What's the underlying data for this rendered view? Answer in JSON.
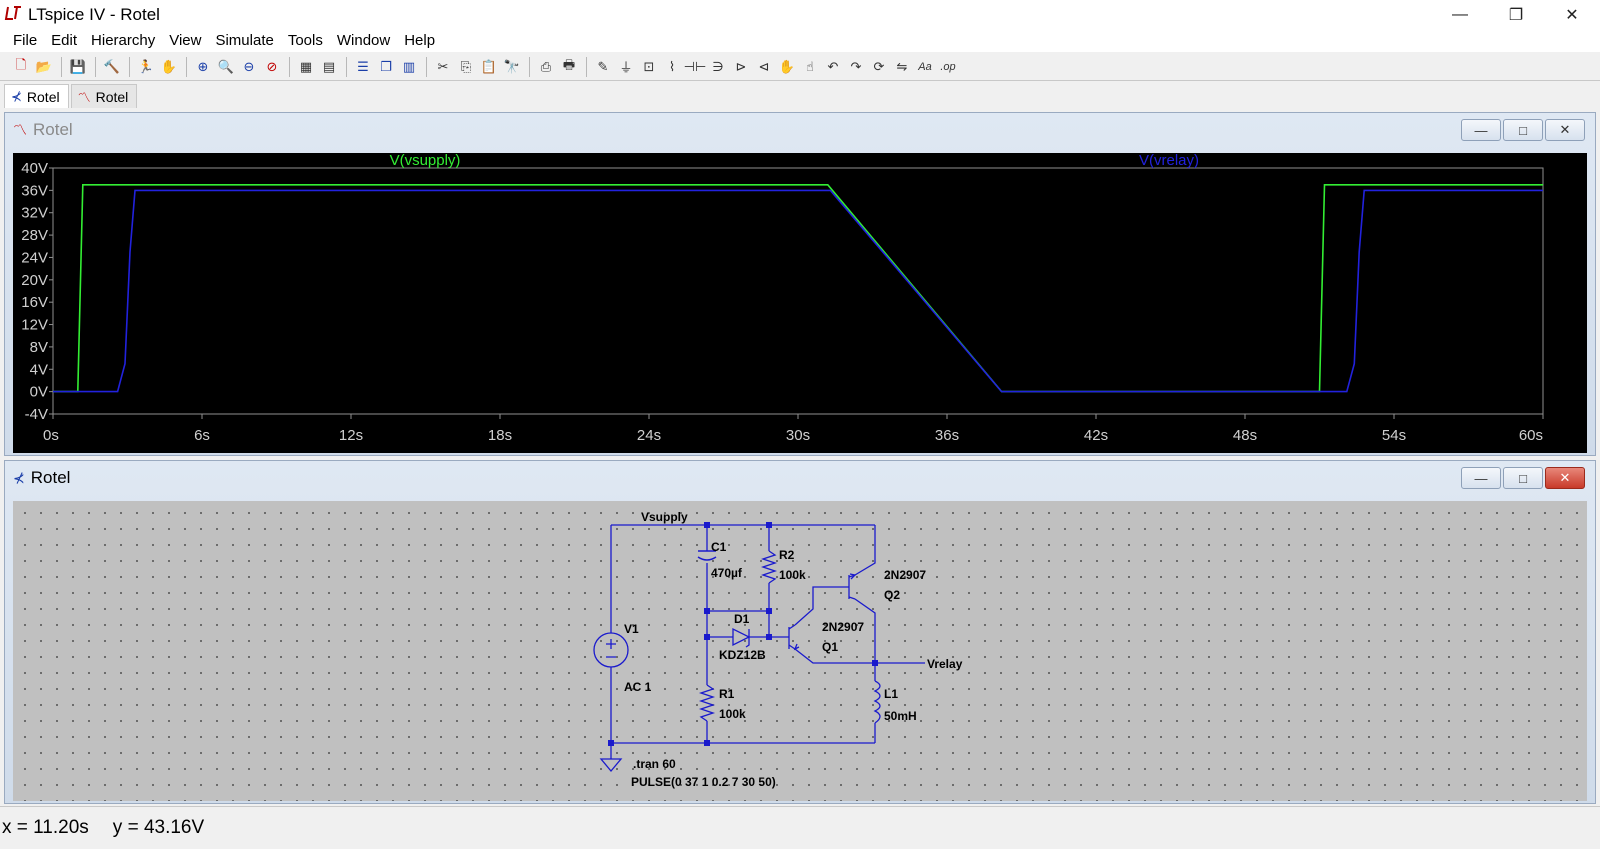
{
  "window": {
    "title": "LTspice IV - Rotel",
    "logo": "LT",
    "controls": [
      "—",
      "❐",
      "✕"
    ]
  },
  "menu": [
    "File",
    "Edit",
    "Hierarchy",
    "View",
    "Simulate",
    "Tools",
    "Window",
    "Help"
  ],
  "toolbar": {
    "icons": [
      "new-schematic-icon",
      "open-icon",
      "sep",
      "save-icon",
      "sep",
      "control-panel-icon",
      "sep",
      "run-icon",
      "halt-icon",
      "sep",
      "zoom-in-icon",
      "pan-icon",
      "zoom-out-icon",
      "zoom-cancel-icon",
      "sep",
      "autorange-icon",
      "plot-settings-icon",
      "sep",
      "tile-horizontal-icon",
      "cascade-icon",
      "tile-vertical-icon",
      "sep",
      "cut-icon",
      "copy-icon",
      "paste-icon",
      "find-icon",
      "sep",
      "print-setup-icon",
      "print-icon",
      "sep",
      "draw-wire-icon",
      "ground-icon",
      "label-net-icon",
      "resistor-icon",
      "capacitor-icon",
      "inductor-icon",
      "diode-icon",
      "component-icon",
      "move-icon",
      "drag-icon",
      "undo-icon",
      "redo-icon",
      "rotate-icon",
      "mirror-icon",
      "text-icon",
      "spice-directive-icon"
    ],
    "text_aa": "Aa",
    "text_op": ".op"
  },
  "tabs": [
    {
      "label": "Rotel",
      "icon": "schematic-icon",
      "active": true
    },
    {
      "label": "Rotel",
      "icon": "waveform-icon",
      "active": false
    }
  ],
  "waveform_window": {
    "title": "Rotel",
    "buttons": [
      "—",
      "□",
      "✕"
    ]
  },
  "schematic_window": {
    "title": "Rotel",
    "buttons": [
      "—",
      "□",
      "✕"
    ]
  },
  "chart_data": {
    "type": "line",
    "xlabel": "",
    "ylabel": "",
    "xlim": [
      0,
      60
    ],
    "ylim": [
      -4,
      40
    ],
    "x_ticks": [
      "0s",
      "6s",
      "12s",
      "18s",
      "24s",
      "30s",
      "36s",
      "42s",
      "48s",
      "54s",
      "60s"
    ],
    "y_ticks": [
      "40V",
      "36V",
      "32V",
      "28V",
      "24V",
      "20V",
      "16V",
      "12V",
      "8V",
      "4V",
      "0V",
      "-4V"
    ],
    "background": "#000000",
    "grid": false,
    "series": [
      {
        "name": "V(vsupply)",
        "color": "#33ee33",
        "x": [
          0,
          1.0,
          1.2,
          31.2,
          38.2,
          51.0,
          51.2,
          60
        ],
        "y": [
          0,
          0,
          37,
          37,
          0,
          0,
          37,
          37
        ]
      },
      {
        "name": "V(vrelay)",
        "color": "#2222dd",
        "x": [
          0,
          2.6,
          2.9,
          3.1,
          3.3,
          31.3,
          38.2,
          52.1,
          52.4,
          52.6,
          52.8,
          60
        ],
        "y": [
          0,
          0,
          5,
          25,
          36,
          36,
          0,
          0,
          5,
          25,
          36,
          36
        ]
      }
    ]
  },
  "schematic": {
    "net_vsupply": "Vsupply",
    "net_vrelay": "Vrelay",
    "v1_name": "V1",
    "v1_value": "AC 1",
    "c1_name": "C1",
    "c1_value": "470µf",
    "r2_name": "R2",
    "r2_value": "100k",
    "d1_name": "D1",
    "d1_value": "KDZ12B",
    "r1_name": "R1",
    "r1_value": "100k",
    "q1_model": "2N2907",
    "q1_name": "Q1",
    "q2_model": "2N2907",
    "q2_name": "Q2",
    "l1_name": "L1",
    "l1_value": "50mH",
    "directive_tran": ".tran 60",
    "directive_pulse": "PULSE(0 37 1 0.2 7 30 50)",
    "wire_color": "#1a1acc"
  },
  "status": {
    "x": "x = 11.20s",
    "y": "y = 43.16V"
  }
}
